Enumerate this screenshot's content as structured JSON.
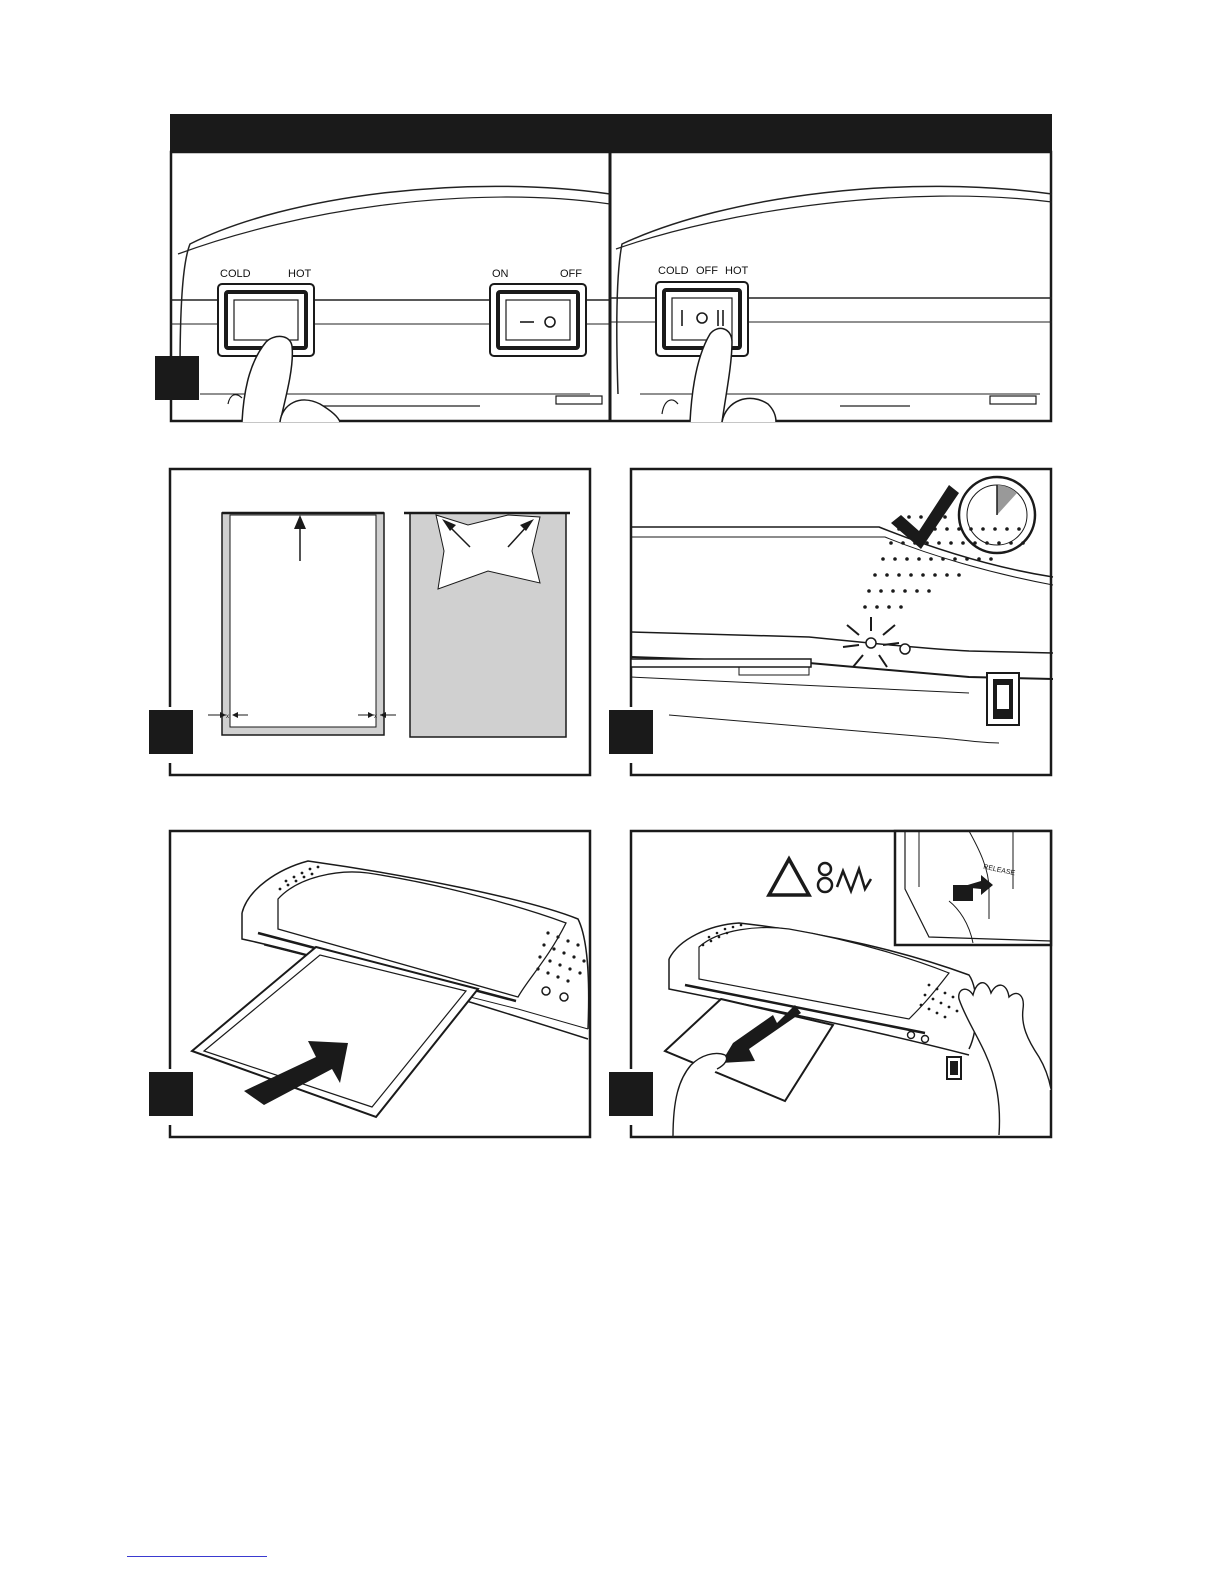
{
  "panel1": {
    "left_labels": {
      "cold": "COLD",
      "hot": "HOT",
      "on": "ON",
      "off": "OFF"
    },
    "right_labels": {
      "cold": "COLD",
      "off": "OFF",
      "hot": "HOT"
    },
    "rocker_glyph_on_off": "— O",
    "rocker_glyph_three": "I O II"
  },
  "panel5": {
    "release_label": "RELEASE"
  },
  "colors": {
    "ink": "#1a1a1a",
    "grey_fill": "#d0d0d0",
    "paper": "#ffffff"
  }
}
